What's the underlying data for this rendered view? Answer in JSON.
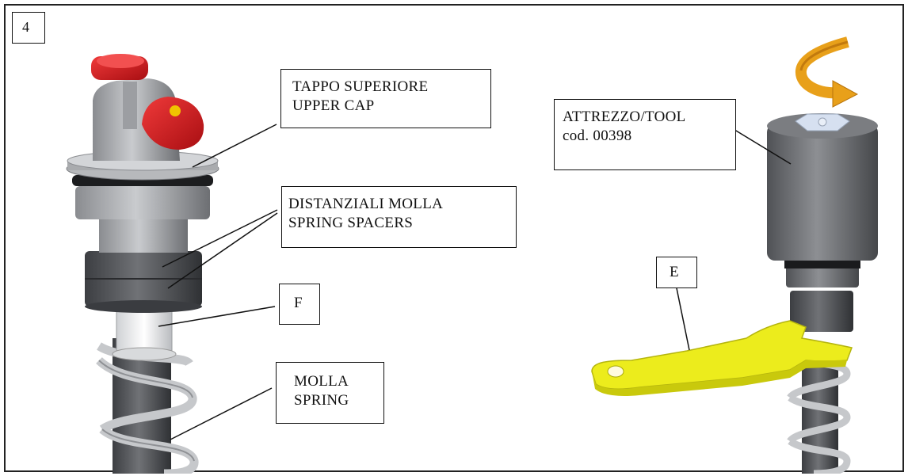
{
  "step_number": "4",
  "callouts": {
    "upper_cap": [
      "TAPPO SUPERIORE",
      "UPPER CAP"
    ],
    "spring_spacers": [
      "DISTANZIALI MOLLA",
      "SPRING SPACERS"
    ],
    "f_label": "F",
    "spring": [
      "MOLLA",
      "SPRING"
    ],
    "tool": [
      "ATTREZZO/TOOL",
      "cod. 00398"
    ],
    "e_label": "E"
  },
  "colors": {
    "cap_knob": "#d6161b",
    "tool_body": "#6c6e72",
    "wrench": "#ecec1c",
    "rotation_arrow": "#e8a01a",
    "spring_coil": "#c8cacd",
    "shaft": "#4a4c50"
  }
}
